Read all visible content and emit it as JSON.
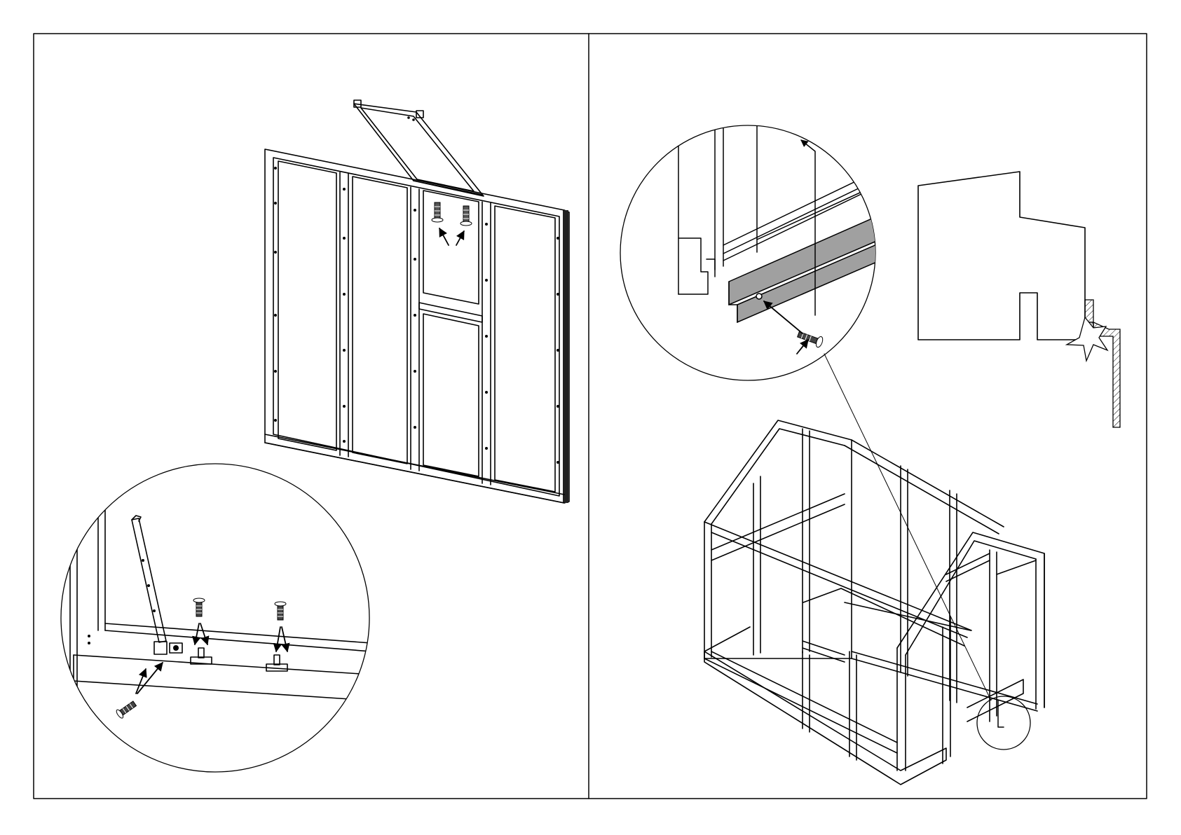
{
  "figure": {
    "panels": [
      {
        "id": "left",
        "content": "window-frame-panel-with-vent-and-detail-inset"
      },
      {
        "id": "right",
        "content": "greenhouse-frame-with-base-screw-detail-and-profile-section"
      }
    ],
    "colors": {
      "line": "#000000",
      "background": "#ffffff",
      "fill_dark": "#a0a0a0",
      "fill_light": "#f2f2f2"
    },
    "icons": [
      "screw-icon",
      "bolt-icon",
      "arrow-icon",
      "pointer-star-icon"
    ]
  }
}
